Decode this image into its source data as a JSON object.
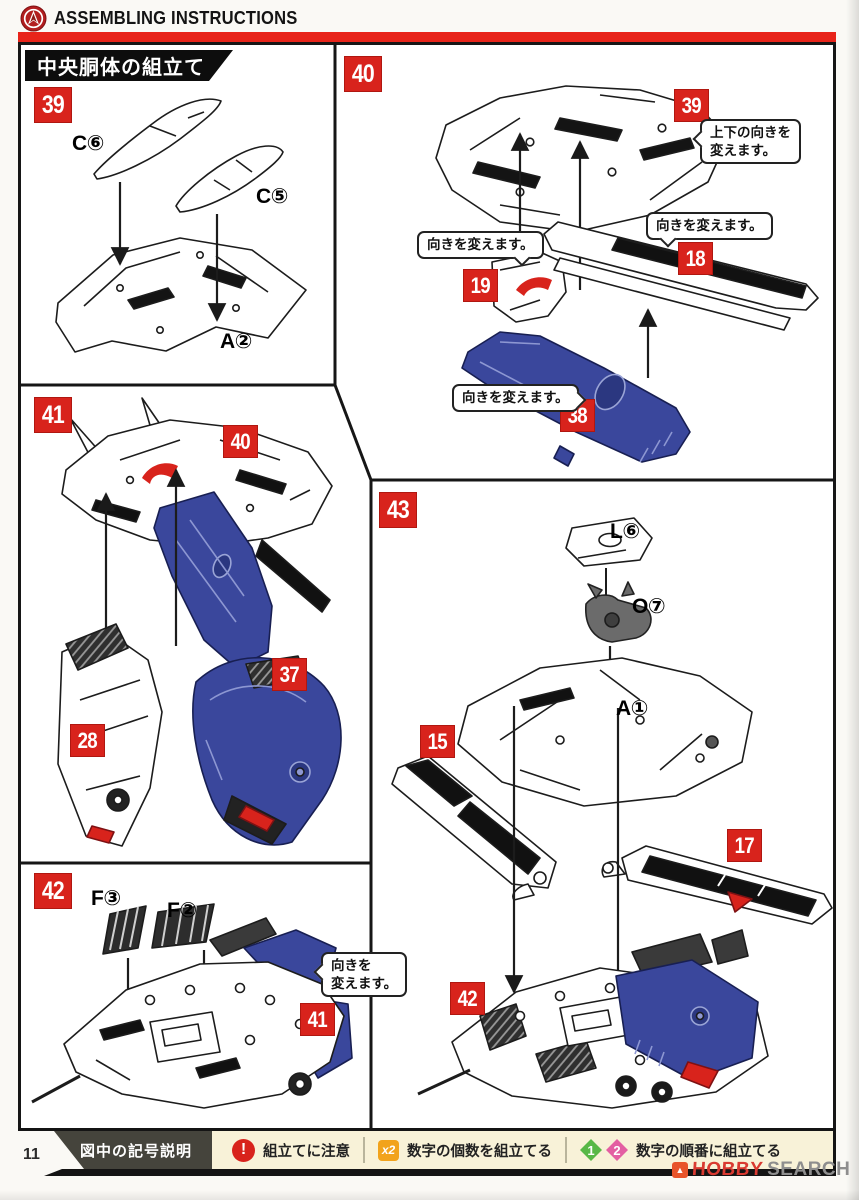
{
  "header": {
    "title": "ASSEMBLING INSTRUCTIONS"
  },
  "section_title": "中央胴体の組立て",
  "panel39": {
    "step": "39",
    "part_c6": "C⑥",
    "part_c5": "C⑤",
    "part_a2": "A②"
  },
  "panel40": {
    "step": "40",
    "ref": "39",
    "callout_updown_line1": "上下の向きを",
    "callout_updown_line2": "変えます。",
    "callout_19": "向きを変えます。",
    "callout_18": "向きを変えます。",
    "callout_38": "向きを変えます。",
    "part_19": "19",
    "part_18": "18",
    "part_38": "38"
  },
  "panel41": {
    "step": "41",
    "ref": "40",
    "part_37": "37",
    "part_28": "28"
  },
  "panel42": {
    "step": "42",
    "part_f3": "F③",
    "part_f2": "F②",
    "callout_line1": "向きを",
    "callout_line2": "変えます。",
    "ref": "41"
  },
  "panel43": {
    "step": "43",
    "part_l6": "L⑥",
    "part_o7": "O⑦",
    "part_a1": "A①",
    "part_15": "15",
    "part_17": "17",
    "ref": "42"
  },
  "legend": {
    "title": "図中の記号説明",
    "items": [
      {
        "badge": "!",
        "text": "組立てに注意"
      },
      {
        "badge": "x2",
        "text": "数字の個数を組立てる"
      },
      {
        "badge1": "1",
        "badge2": "2",
        "text": "数字の順番に組立てる"
      }
    ]
  },
  "footer": {
    "page_number": "11",
    "watermark_1": "HOBBY",
    "watermark_2": "SEARCH"
  },
  "colors": {
    "accent_red": "#d8231c",
    "top_bar_red": "#e8241a",
    "part_blue": "#3a479c",
    "legend_cream": "#f8f2d8",
    "legend_dark": "#45443c",
    "x2_orange": "#f2a31c",
    "order_green": "#58b847",
    "order_pink": "#e35fa2"
  }
}
